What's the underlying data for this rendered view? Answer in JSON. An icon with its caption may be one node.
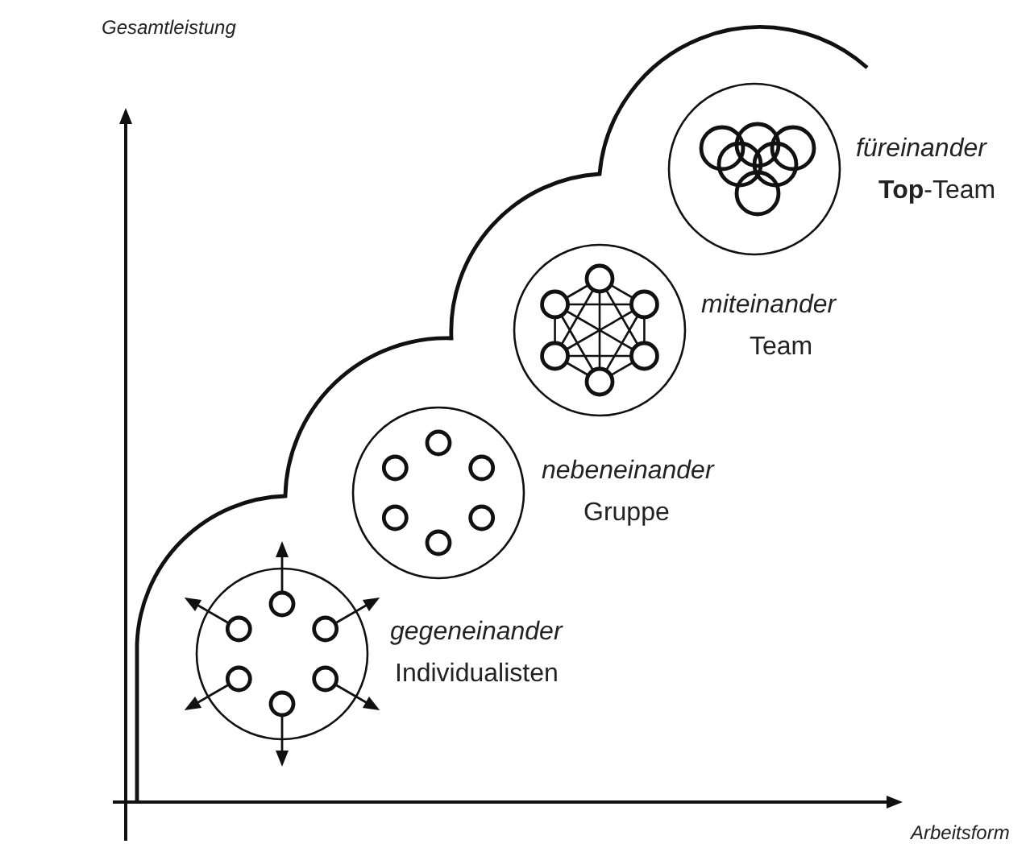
{
  "diagram": {
    "nodes": [
      {
        "text": [
          "gegeneinander",
          "Individualisten"
        ]
      },
      {
        "text": [
          "nebeneinander",
          "Gruppe"
        ]
      },
      {
        "text": [
          "miteinander",
          "Team"
        ]
      },
      {
        "text": [
          "füreinander",
          "**Top**-Team"
        ]
      }
    ],
    "labels": [
      "Gesamtleistung",
      "Arbeitsform"
    ]
  }
}
